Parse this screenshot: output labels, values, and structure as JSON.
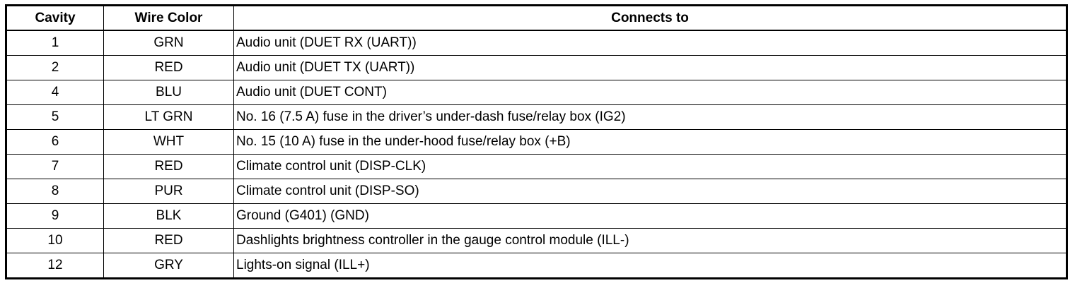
{
  "table": {
    "headers": [
      "Cavity",
      "Wire Color",
      "Connects to"
    ],
    "rows": [
      {
        "cavity": "1",
        "color": "GRN",
        "connects": "Audio unit (DUET RX (UART))"
      },
      {
        "cavity": "2",
        "color": "RED",
        "connects": "Audio unit (DUET TX (UART))"
      },
      {
        "cavity": "4",
        "color": "BLU",
        "connects": "Audio unit (DUET CONT)"
      },
      {
        "cavity": "5",
        "color": "LT GRN",
        "connects": "No. 16 (7.5 A) fuse in the driver’s under-dash fuse/relay box (IG2)"
      },
      {
        "cavity": "6",
        "color": "WHT",
        "connects": "No. 15 (10 A) fuse in the under-hood fuse/relay box (+B)"
      },
      {
        "cavity": "7",
        "color": "RED",
        "connects": "Climate control unit (DISP-CLK)"
      },
      {
        "cavity": "8",
        "color": "PUR",
        "connects": "Climate control unit (DISP-SO)"
      },
      {
        "cavity": "9",
        "color": "BLK",
        "connects": "Ground (G401) (GND)"
      },
      {
        "cavity": "10",
        "color": "RED",
        "connects": "Dashlights brightness controller in the gauge control module (ILL-)"
      },
      {
        "cavity": "12",
        "color": "GRY",
        "connects": "Lights-on signal (ILL+)"
      }
    ]
  }
}
